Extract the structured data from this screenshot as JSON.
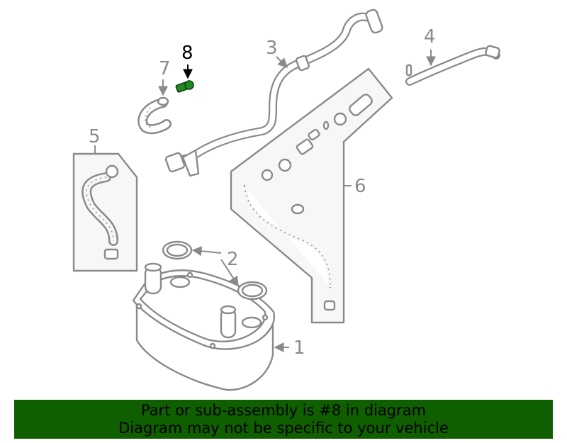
{
  "diagram": {
    "callouts": [
      "1",
      "2",
      "3",
      "4",
      "5",
      "6",
      "7",
      "8"
    ],
    "highlighted": "8",
    "highlight_color": "#1f8a1f",
    "line_color": "#8a8a8a"
  },
  "banner": {
    "line1": "Part or sub-assembly is #8 in diagram",
    "line2": "Diagram may not be specific to your vehicle",
    "background": "#0f5f00"
  }
}
